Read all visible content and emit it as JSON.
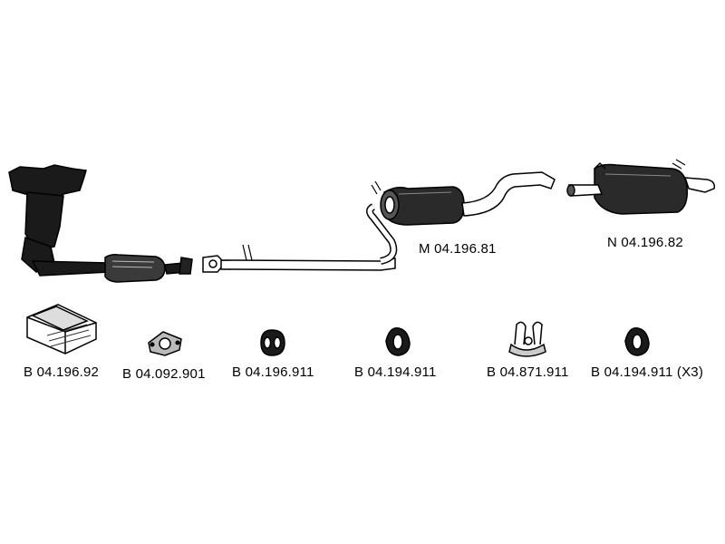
{
  "assembly": {
    "middle_silencer_label": "M 04.196.81",
    "rear_silencer_label": "N 04.196.82"
  },
  "parts": [
    {
      "label": "B 04.196.92",
      "icon": "mounting-kit-box-icon"
    },
    {
      "label": "B 04.092.901",
      "icon": "gasket-icon"
    },
    {
      "label": "B 04.196.911",
      "icon": "rubber-hanger-double-hole-icon"
    },
    {
      "label": "B 04.194.911",
      "icon": "rubber-hanger-icon"
    },
    {
      "label": "B 04.871.911",
      "icon": "u-clamp-hanger-icon"
    },
    {
      "label": "B 04.194.911 (X3)",
      "icon": "rubber-hanger-icon"
    }
  ],
  "colors": {
    "ink": "#000000",
    "background": "#ffffff",
    "shade": "#444444"
  }
}
